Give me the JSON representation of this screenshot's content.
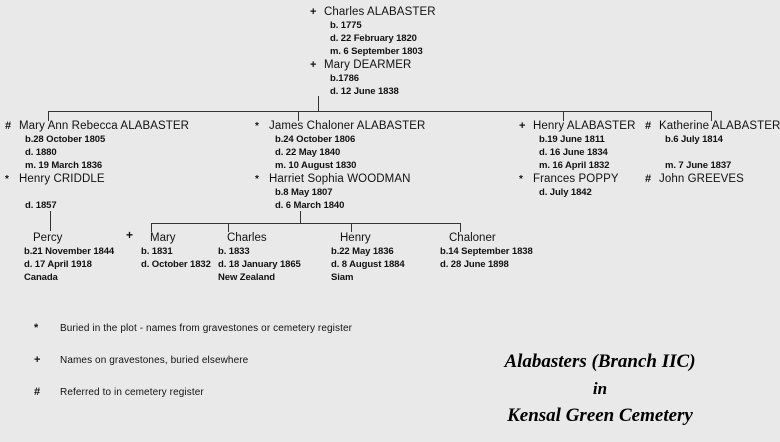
{
  "tree": {
    "root_couple": [
      {
        "symbol": "+",
        "symbol_kind": "plus",
        "name": "Charles ALABASTER",
        "details": [
          "b. 1775",
          "d. 22 February 1820",
          "m. 6 September 1803"
        ]
      },
      {
        "symbol": "+",
        "symbol_kind": "plus",
        "name": "Mary DEARMER",
        "details": [
          "b.1786",
          "d. 12 June 1838"
        ]
      }
    ],
    "generation2": [
      {
        "symbol": "#",
        "symbol_kind": "hash",
        "name": "Mary Ann Rebecca ALABASTER",
        "details": [
          "b.28 October 1805",
          "d. 1880",
          "m. 19 March 1836"
        ],
        "spouse_symbol": "*",
        "spouse_symbol_kind": "star",
        "spouse_name": "Henry CRIDDLE",
        "spouse_details": [
          "d. 1857"
        ]
      },
      {
        "symbol": "*",
        "symbol_kind": "star",
        "name": "James Chaloner ALABASTER",
        "details": [
          "b.24 October 1806",
          "d. 22 May 1840",
          "m. 10 August 1830"
        ],
        "spouse_symbol": "*",
        "spouse_symbol_kind": "star",
        "spouse_name": "Harriet Sophia WOODMAN",
        "spouse_details": [
          "b.8 May 1807",
          "d. 6 March 1840"
        ]
      },
      {
        "symbol": "+",
        "symbol_kind": "plus",
        "name": "Henry ALABASTER",
        "details": [
          "b.19 June 1811",
          "d. 16 June 1834",
          "m. 16 April 1832"
        ],
        "spouse_symbol": "*",
        "spouse_symbol_kind": "star",
        "spouse_name": "Frances POPPY",
        "spouse_details": [
          "d. July 1842"
        ]
      },
      {
        "symbol": "#",
        "symbol_kind": "hash",
        "name": "Katherine ALABASTER",
        "details": [
          "b.6 July 1814"
        ],
        "marriage": "m. 7 June 1837",
        "spouse_symbol": "#",
        "spouse_symbol_kind": "hash",
        "spouse_name": "John GREEVES",
        "spouse_details": []
      }
    ],
    "generation3": [
      {
        "name": "Percy",
        "details": [
          "b.21 November 1844",
          "d. 17 April 1918",
          "Canada"
        ]
      },
      {
        "name": "Mary",
        "details": [
          "b. 1831",
          "d. October 1832"
        ]
      },
      {
        "name": "Charles",
        "details": [
          "b. 1833",
          "d. 18 January 1865",
          "New Zealand"
        ]
      },
      {
        "name": "Henry",
        "details": [
          "b.22 May 1836",
          "d. 8 August 1884",
          "Siam"
        ]
      },
      {
        "name": "Chaloner",
        "details": [
          "b.14 September 1838",
          "d. 28 June 1898"
        ]
      }
    ],
    "join_symbol": "+"
  },
  "legend": [
    {
      "symbol": "*",
      "symbol_kind": "star",
      "text": "Buried in the plot - names from gravestones or cemetery register"
    },
    {
      "symbol": "+",
      "symbol_kind": "plus",
      "text": "Names on gravestones, buried elsewhere"
    },
    {
      "symbol": "#",
      "symbol_kind": "hash",
      "text": "Referred to in cemetery register"
    }
  ],
  "title": {
    "line1": "Alabasters (Branch IIC)",
    "line2": "in",
    "line3": "Kensal Green Cemetery"
  },
  "colors": {
    "background": "#e9e9e9",
    "text": "#111111",
    "line": "#333333"
  }
}
